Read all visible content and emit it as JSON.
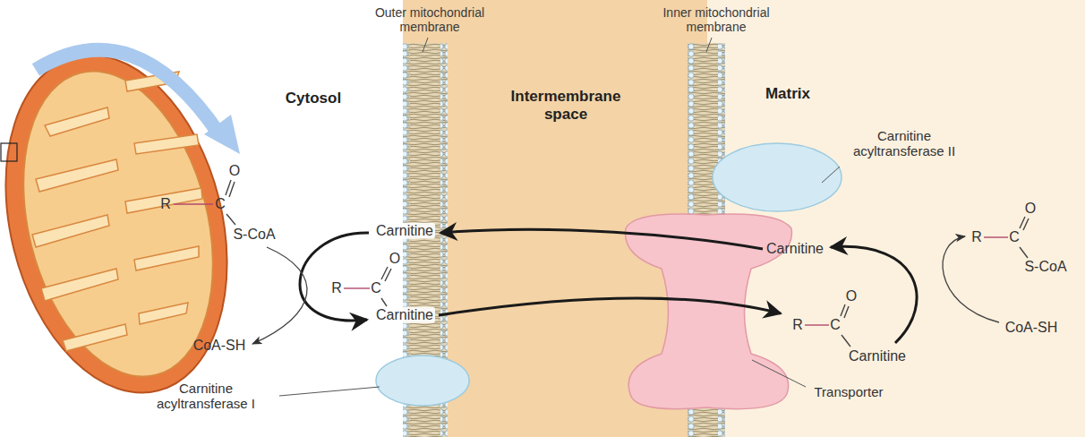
{
  "diagram": {
    "labels": [
      "Outer mitochondrial membrane",
      "Inner mitochondrial membrane",
      "Cytosol",
      "Intermembrane space",
      "Matrix",
      "Carnitine acyltransferase II",
      "R",
      "C",
      "O",
      "S-CoA",
      "Carnitine",
      "R",
      "C",
      "O",
      "Carnitine",
      "CoA-SH",
      "Carnitine acyltransferase I",
      "Carnitine",
      "R",
      "C",
      "O",
      "S-CoA",
      "R",
      "C",
      "O",
      "Carnitine",
      "CoA-SH",
      "Transporter"
    ]
  }
}
